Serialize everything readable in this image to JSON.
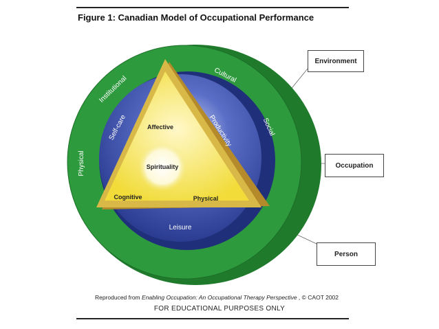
{
  "figure": {
    "title": "Figure 1:  Canadian Model of Occupational Performance"
  },
  "rings": {
    "environment": [
      "Institutional",
      "Cultural",
      "Social",
      "Physical"
    ],
    "occupation": [
      "Self-care",
      "Productivity",
      "Leisure"
    ],
    "person": [
      "Affective",
      "Cognitive",
      "Physical"
    ],
    "core": "Spirituality"
  },
  "callouts": {
    "environment": "Environment",
    "occupation": "Occupation",
    "person": "Person"
  },
  "credit": {
    "prefix": "Reproduced from ",
    "book": "Enabling Occupation: An Occupational Therapy Perspective",
    "suffix": " ,  © CAOT 2002"
  },
  "footer": "FOR EDUCATIONAL PURPOSES ONLY",
  "colors": {
    "environment_ring": "#2e9a3e",
    "occupation_ring": "#3a4fa8",
    "person_triangle": "#f3e24a",
    "triangle_border": "#c9a83a"
  }
}
